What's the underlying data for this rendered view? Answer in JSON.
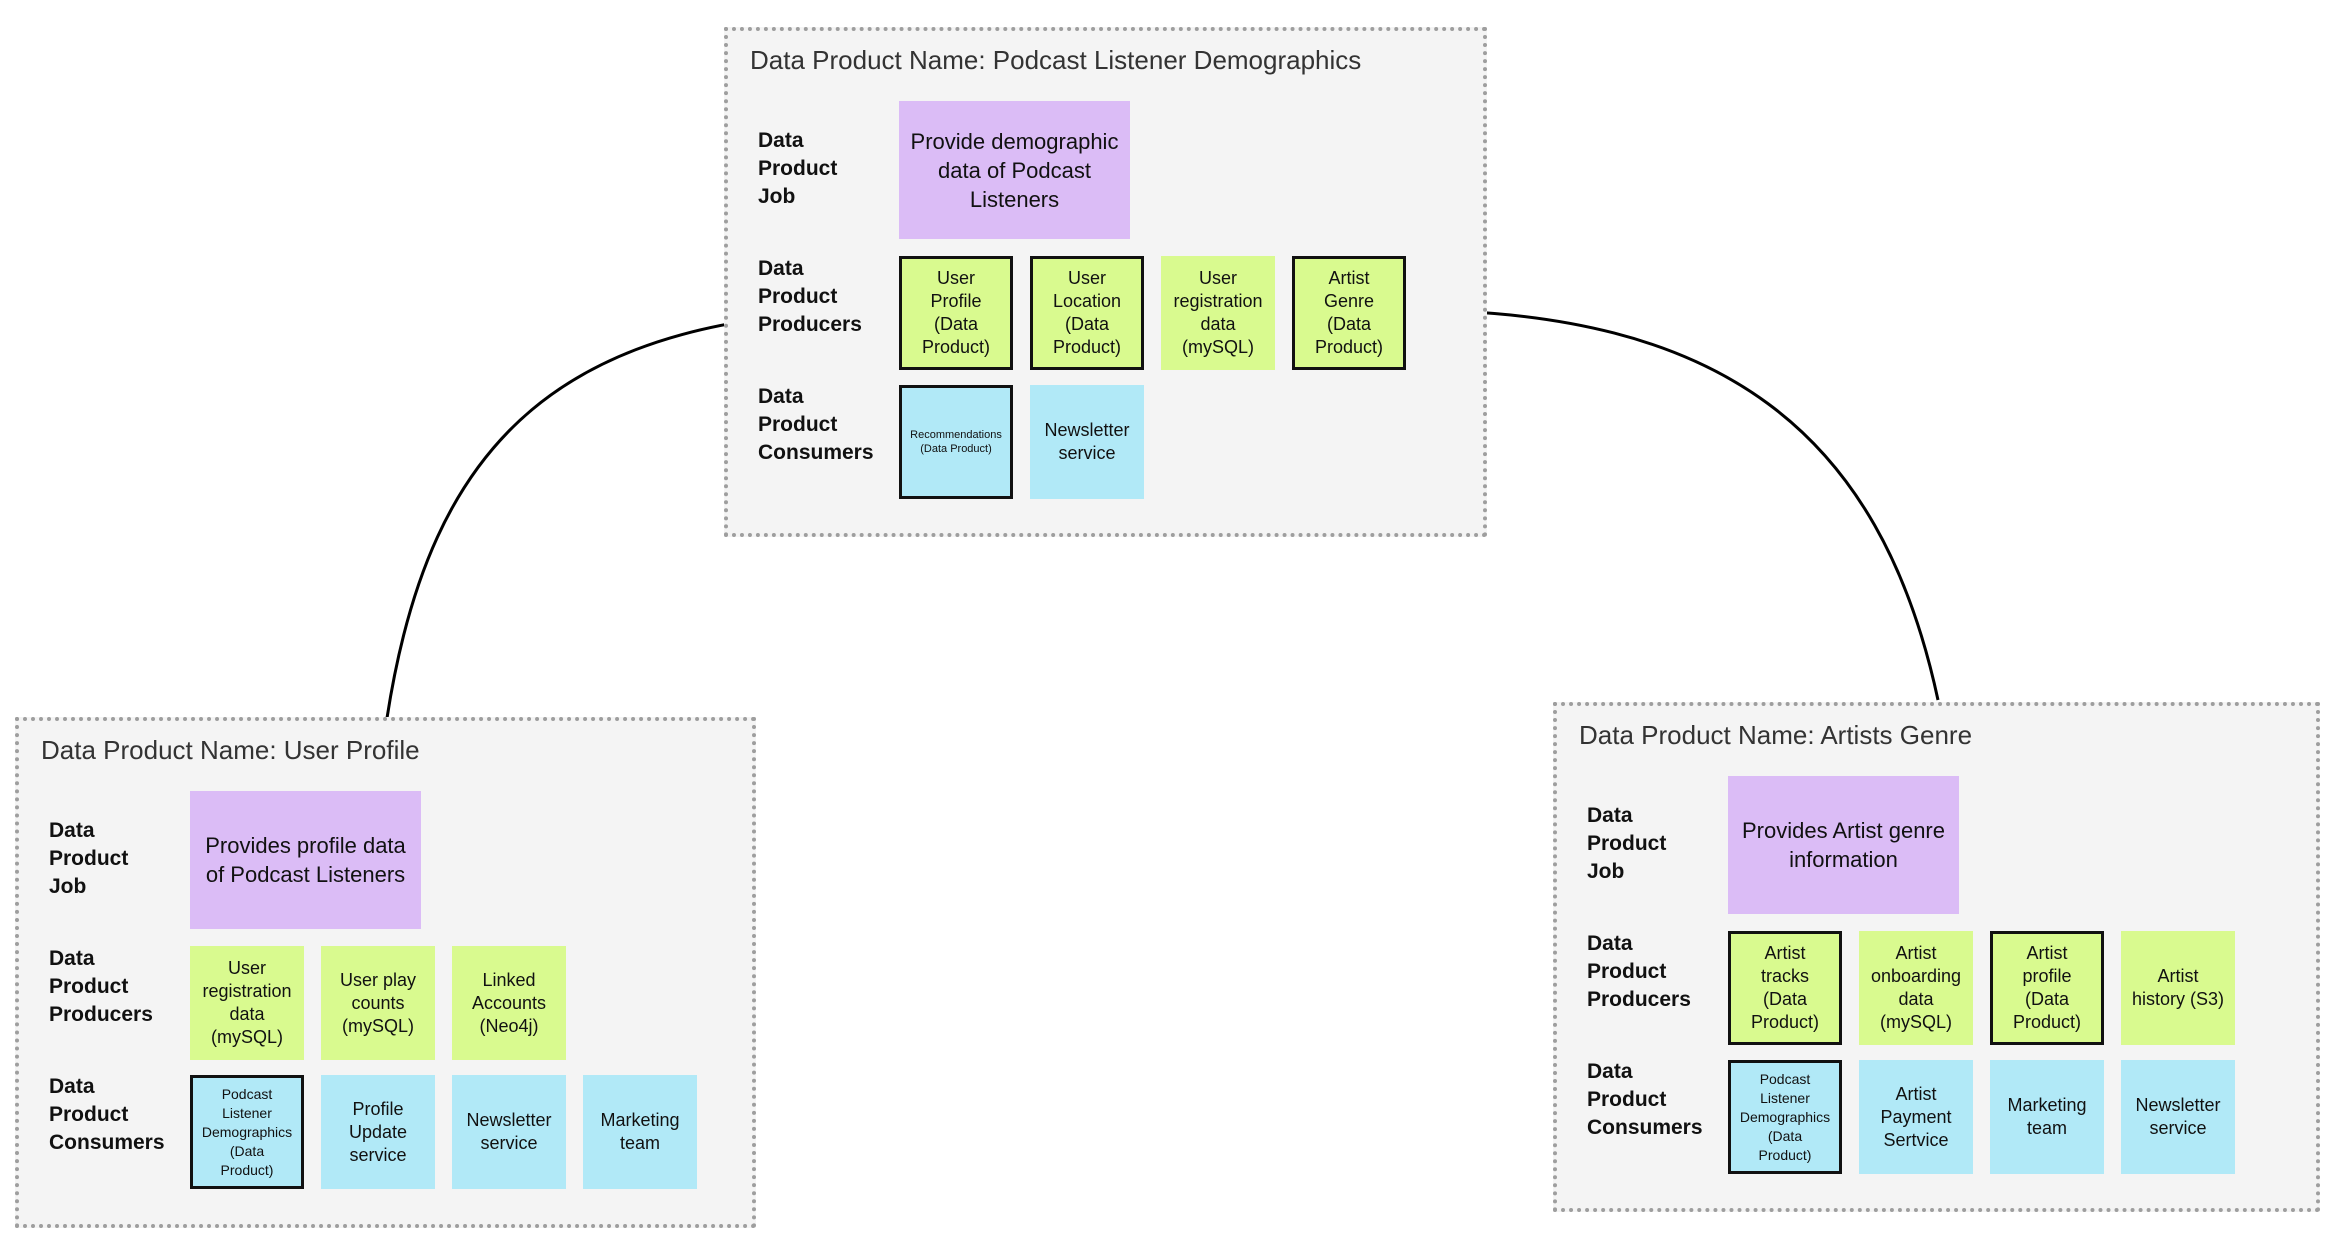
{
  "colors": {
    "panel_bg": "#f4f4f4",
    "panel_border": "#9e9e9e",
    "job": "#dbbcf6",
    "producer": "#d9fa8f",
    "consumer": "#b1e9f7",
    "arrow": "#000000"
  },
  "labels": {
    "job": [
      "Data",
      "Product",
      "Job"
    ],
    "producers": [
      "Data",
      "Product",
      "Producers"
    ],
    "consumers": [
      "Data",
      "Product",
      "Consumers"
    ]
  },
  "podcast": {
    "title": "Data Product Name: Podcast Listener Demographics",
    "job": [
      "Provide demographic",
      "data of Podcast",
      "Listeners"
    ],
    "producers": [
      {
        "lines": [
          "User",
          "Profile",
          "(Data",
          "Product)"
        ]
      },
      {
        "lines": [
          "User",
          "Location",
          "(Data",
          "Product)"
        ]
      },
      {
        "lines": [
          "User",
          "registration",
          "data",
          "(mySQL)"
        ]
      },
      {
        "lines": [
          "Artist",
          "Genre",
          "(Data",
          "Product)"
        ]
      }
    ],
    "consumers": [
      {
        "lines": [
          "Recommendations",
          "(Data Product)"
        ]
      },
      {
        "lines": [
          "Newsletter",
          "service"
        ]
      }
    ]
  },
  "user_profile": {
    "title": "Data Product Name: User Profile",
    "job": [
      "Provides profile data",
      "of Podcast Listeners"
    ],
    "producers": [
      {
        "lines": [
          "User",
          "registration",
          "data",
          "(mySQL)"
        ]
      },
      {
        "lines": [
          "User play",
          "counts",
          "(mySQL)"
        ]
      },
      {
        "lines": [
          "Linked",
          "Accounts",
          "(Neo4j)"
        ]
      }
    ],
    "consumers": [
      {
        "lines": [
          "Podcast",
          "Listener",
          "Demographics",
          "(Data",
          "Product)"
        ]
      },
      {
        "lines": [
          "Profile",
          "Update",
          "service"
        ]
      },
      {
        "lines": [
          "Newsletter",
          "service"
        ]
      },
      {
        "lines": [
          "Marketing",
          "team"
        ]
      }
    ]
  },
  "artists_genre": {
    "title": "Data Product Name: Artists Genre",
    "job": [
      "Provides Artist genre",
      "information"
    ],
    "producers": [
      {
        "lines": [
          "Artist",
          "tracks",
          "(Data",
          "Product)"
        ]
      },
      {
        "lines": [
          "Artist",
          "onboarding",
          "data",
          "(mySQL)"
        ]
      },
      {
        "lines": [
          "Artist",
          "profile",
          "(Data",
          "Product)"
        ]
      },
      {
        "lines": [
          "Artist",
          "history (S3)"
        ]
      }
    ],
    "consumers": [
      {
        "lines": [
          "Podcast",
          "Listener",
          "Demographics",
          "(Data",
          "Product)"
        ]
      },
      {
        "lines": [
          "Artist",
          "Payment",
          "Sertvice"
        ]
      },
      {
        "lines": [
          "Marketing",
          "team"
        ]
      },
      {
        "lines": [
          "Newsletter",
          "service"
        ]
      }
    ]
  }
}
